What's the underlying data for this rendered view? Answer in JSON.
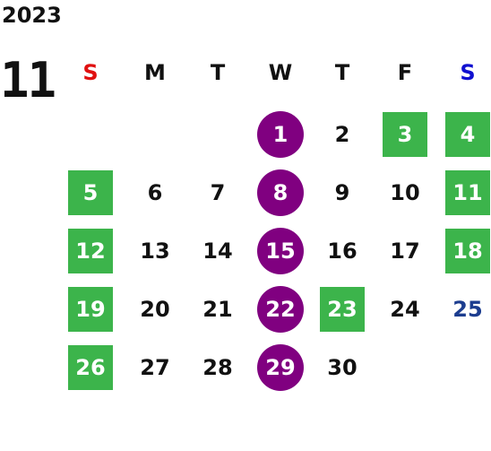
{
  "year": "2023",
  "month": "11",
  "weekdays": [
    {
      "label": "S",
      "color": "#e01010"
    },
    {
      "label": "M",
      "color": "#111111"
    },
    {
      "label": "T",
      "color": "#111111"
    },
    {
      "label": "W",
      "color": "#111111"
    },
    {
      "label": "T",
      "color": "#111111"
    },
    {
      "label": "F",
      "color": "#111111"
    },
    {
      "label": "S",
      "color": "#1010d0"
    }
  ],
  "legend_colors": {
    "holiday": "#3cb44b",
    "event": "#800080",
    "saturday_text": "#1c3d8f"
  },
  "days": [
    {
      "label": "1",
      "style": "event"
    },
    {
      "label": "2",
      "style": "plain"
    },
    {
      "label": "3",
      "style": "holiday"
    },
    {
      "label": "4",
      "style": "holiday"
    },
    {
      "label": "5",
      "style": "holiday"
    },
    {
      "label": "6",
      "style": "plain"
    },
    {
      "label": "7",
      "style": "plain"
    },
    {
      "label": "8",
      "style": "event"
    },
    {
      "label": "9",
      "style": "plain"
    },
    {
      "label": "10",
      "style": "plain"
    },
    {
      "label": "11",
      "style": "holiday"
    },
    {
      "label": "12",
      "style": "holiday"
    },
    {
      "label": "13",
      "style": "plain"
    },
    {
      "label": "14",
      "style": "plain"
    },
    {
      "label": "15",
      "style": "event"
    },
    {
      "label": "16",
      "style": "plain"
    },
    {
      "label": "17",
      "style": "plain"
    },
    {
      "label": "18",
      "style": "holiday"
    },
    {
      "label": "19",
      "style": "holiday"
    },
    {
      "label": "20",
      "style": "plain"
    },
    {
      "label": "21",
      "style": "plain"
    },
    {
      "label": "22",
      "style": "event"
    },
    {
      "label": "23",
      "style": "holiday"
    },
    {
      "label": "24",
      "style": "plain"
    },
    {
      "label": "25",
      "style": "saturday"
    },
    {
      "label": "26",
      "style": "holiday"
    },
    {
      "label": "27",
      "style": "plain"
    },
    {
      "label": "28",
      "style": "plain"
    },
    {
      "label": "29",
      "style": "event"
    },
    {
      "label": "30",
      "style": "plain"
    }
  ]
}
